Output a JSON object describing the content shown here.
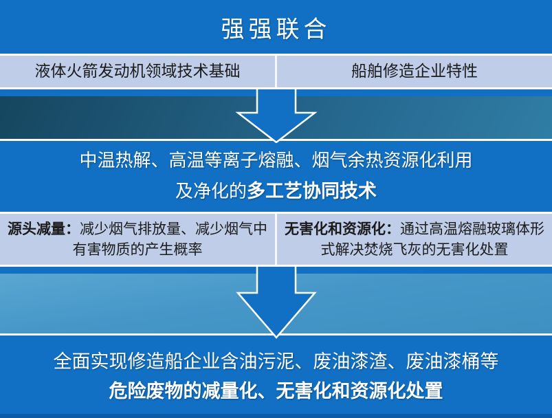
{
  "header": {
    "title": "强强联合"
  },
  "foundation_row": {
    "left": "液体火箭发动机领域技术基础",
    "right": "船舶修造企业特性"
  },
  "technology_block": {
    "line1": "中温热解、高温等离子熔融、烟气余热资源化利用",
    "line2_prefix": "及净化的",
    "line2_bold": "多工艺协同技术"
  },
  "benefit_row": {
    "left": {
      "lead": "源头减量：",
      "body": "减少烟气排放量、减少烟气中有害物质的产生概率"
    },
    "right": {
      "lead": "无害化和资源化：",
      "body": "通过高温熔融玻璃体形式解决焚烧飞灰的无害化处置"
    }
  },
  "result_block": {
    "line1": "全面实现修造船企业含油污泥、废油漆渣、废油漆桶等",
    "line2": "危险废物的减量化、无害化和资源化处置"
  },
  "icons": {
    "arrow_1": "down-arrow",
    "arrow_2": "down-arrow"
  },
  "colors": {
    "primary_blue": "#1170C4",
    "light_band": "#BFCDE8",
    "dark_teal_band_start": "#16465F",
    "dark_teal_band_end": "#2F7DA6",
    "light_blue_band_start": "#5AA6D1",
    "light_blue_band_end": "#3E90C1",
    "bottom_edge": "#0D5DA6",
    "text_dark": "#1B1B1B",
    "text_light": "#FFFFFF"
  }
}
